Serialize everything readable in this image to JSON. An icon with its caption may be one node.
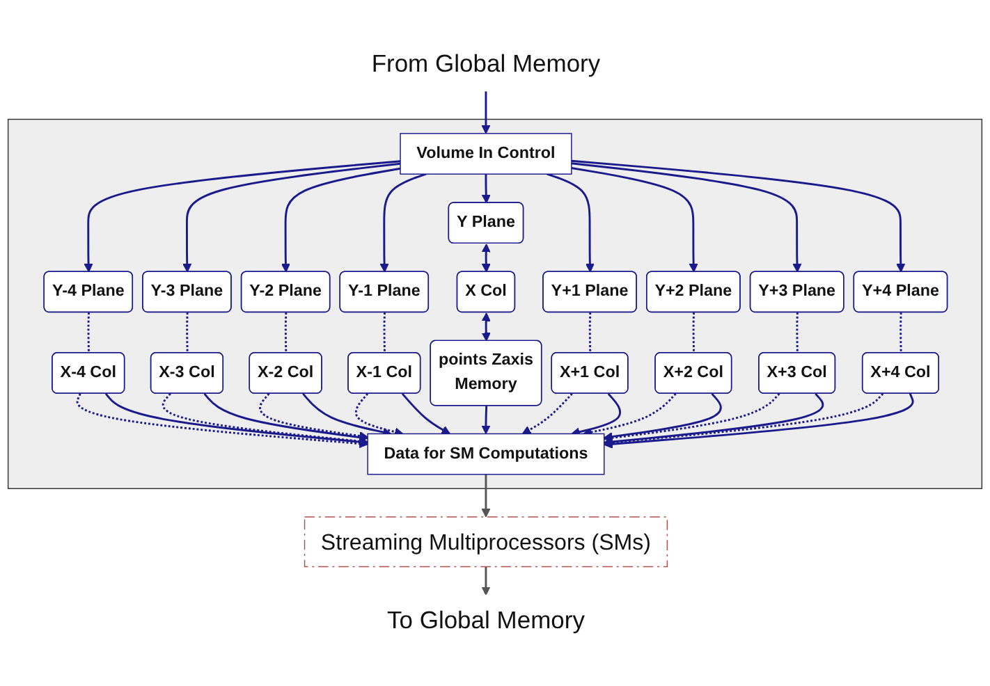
{
  "diagram": {
    "nodes": [
      {
        "text": [
          "From Global Memory"
        ]
      },
      {
        "text": [],
        "shape": "box"
      },
      {
        "text": [
          "Volume In Control"
        ],
        "in": 1
      },
      {
        "text": [
          "Y-4 Plane"
        ],
        "in": 1
      },
      {
        "text": [
          "Y-3 Plane"
        ],
        "in": 1
      },
      {
        "text": [
          "Y-2 Plane"
        ],
        "in": 1
      },
      {
        "text": [
          "Y-1 Plane"
        ],
        "in": 1
      },
      {
        "text": [
          "Y Plane"
        ],
        "in": 1
      },
      {
        "text": [
          "Y+1 Plane"
        ],
        "in": 1
      },
      {
        "text": [
          "Y+2 Plane"
        ],
        "in": 1
      },
      {
        "text": [
          "Y+3 Plane"
        ],
        "in": 1
      },
      {
        "text": [
          "Y+4 Plane"
        ],
        "in": 1
      },
      {
        "text": [
          "X-4 Col"
        ],
        "in": 1
      },
      {
        "text": [
          "X-3 Col"
        ],
        "in": 1
      },
      {
        "text": [
          "X-2 Col"
        ],
        "in": 1
      },
      {
        "text": [
          "X-1 Col"
        ],
        "in": 1
      },
      {
        "text": [
          "X Col"
        ],
        "in": 1
      },
      {
        "text": [
          "X+1 Col"
        ],
        "in": 1
      },
      {
        "text": [
          "X+2 Col"
        ],
        "in": 1
      },
      {
        "text": [
          "X+3 Col"
        ],
        "in": 1
      },
      {
        "text": [
          "X+4 Col"
        ],
        "in": 1
      },
      {
        "text": [
          "points Zaxis",
          "Memory"
        ],
        "in": 1
      },
      {
        "text": [
          "Data for SM Computations"
        ],
        "in": 1
      },
      {
        "text": [
          "Streaming Multiprocessors (SMs)"
        ]
      },
      {
        "text": [
          "To Global Memory"
        ]
      }
    ],
    "edges": [
      {
        "from": 0,
        "to": 2,
        "arrow": "to"
      },
      {
        "from": 2,
        "to": 3,
        "arrow": "to"
      },
      {
        "from": 2,
        "to": 4,
        "arrow": "to"
      },
      {
        "from": 2,
        "to": 5,
        "arrow": "to"
      },
      {
        "from": 2,
        "to": 6,
        "arrow": "to"
      },
      {
        "from": 2,
        "to": 7,
        "arrow": "to"
      },
      {
        "from": 2,
        "to": 8,
        "arrow": "to"
      },
      {
        "from": 2,
        "to": 9,
        "arrow": "to"
      },
      {
        "from": 2,
        "to": 10,
        "arrow": "to"
      },
      {
        "from": 2,
        "to": 11,
        "arrow": "to"
      },
      {
        "from": 3,
        "to": 12,
        "arrow": "none",
        "style": "dashed"
      },
      {
        "from": 4,
        "to": 13,
        "arrow": "none",
        "style": "dashed"
      },
      {
        "from": 5,
        "to": 14,
        "arrow": "none",
        "style": "dashed"
      },
      {
        "from": 6,
        "to": 15,
        "arrow": "none",
        "style": "dashed"
      },
      {
        "from": 7,
        "to": 16,
        "arrow": "both"
      },
      {
        "from": 8,
        "to": 17,
        "arrow": "none",
        "style": "dashed"
      },
      {
        "from": 9,
        "to": 18,
        "arrow": "none",
        "style": "dashed"
      },
      {
        "from": 10,
        "to": 19,
        "arrow": "none",
        "style": "dashed"
      },
      {
        "from": 11,
        "to": 20,
        "arrow": "none",
        "style": "dashed"
      },
      {
        "from": 12,
        "to": 22,
        "arrow": "to",
        "style": "dashed"
      },
      {
        "from": 12,
        "to": 22,
        "arrow": "to"
      },
      {
        "from": 13,
        "to": 22,
        "arrow": "to",
        "style": "dashed"
      },
      {
        "from": 13,
        "to": 22,
        "arrow": "to"
      },
      {
        "from": 14,
        "to": 22,
        "arrow": "to",
        "style": "dashed"
      },
      {
        "from": 14,
        "to": 22,
        "arrow": "to"
      },
      {
        "from": 15,
        "to": 22,
        "arrow": "to",
        "style": "dashed"
      },
      {
        "from": 15,
        "to": 22,
        "arrow": "to"
      },
      {
        "from": 16,
        "to": 21,
        "arrow": "both"
      },
      {
        "from": 21,
        "to": 22,
        "arrow": "to"
      },
      {
        "from": 17,
        "to": 22,
        "arrow": "to",
        "style": "dashed"
      },
      {
        "from": 17,
        "to": 22,
        "arrow": "to"
      },
      {
        "from": 18,
        "to": 22,
        "arrow": "to",
        "style": "dashed"
      },
      {
        "from": 18,
        "to": 22,
        "arrow": "to"
      },
      {
        "from": 19,
        "to": 22,
        "arrow": "to",
        "style": "dashed"
      },
      {
        "from": 19,
        "to": 22,
        "arrow": "to"
      },
      {
        "from": 20,
        "to": 22,
        "arrow": "to",
        "style": "dashed"
      },
      {
        "from": 20,
        "to": 22,
        "arrow": "to"
      },
      {
        "from": 22,
        "to": 23,
        "arrow": "to",
        "color": "#555555"
      },
      {
        "from": 23,
        "to": 24,
        "arrow": "to",
        "color": "#555555"
      }
    ]
  }
}
